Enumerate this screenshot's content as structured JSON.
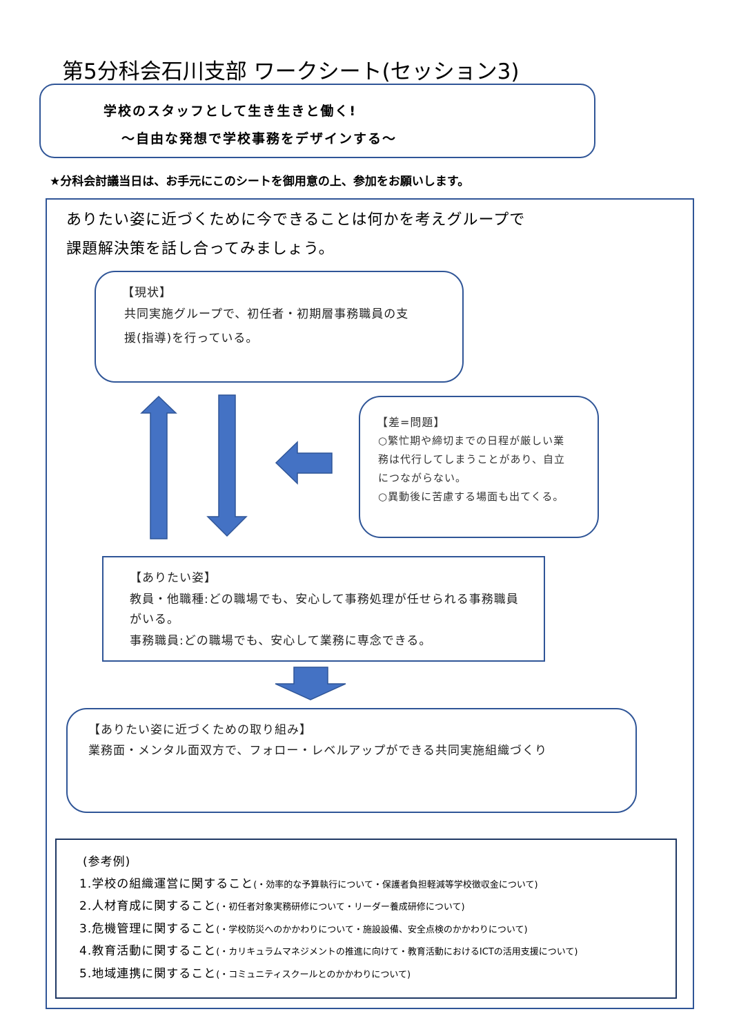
{
  "title": "第5分科会石川支部 ワークシート(セッション3)",
  "theme": {
    "line1": "学校のスタッフとして生き生きと働く!",
    "line2": "〜自由な発想で学校事務をデザインする〜"
  },
  "notice": "★分科会討議当日は、お手元にこのシートを御用意の上、参加をお願いします。",
  "intro": {
    "line1": "ありたい姿に近づくために今できることは何かを考えグループで",
    "line2": "課題解決策を話し合ってみましょう。"
  },
  "current": {
    "heading": "【現状】",
    "line1": "共同実施グループで、初任者・初期層事務職員の支",
    "line2": "援(指導)を行っている。"
  },
  "gap": {
    "heading": "【差=問題】",
    "line1": "○繁忙期や締切までの日程が厳しい業",
    "line2": "務は代行してしまうことがあり、自立",
    "line3": "につながらない。",
    "line4": "○異動後に苦慮する場面も出てくる。"
  },
  "ideal": {
    "heading": "【ありたい姿】",
    "line1": "教員・他職種:どの職場でも、安心して事務処理が任せられる事務職員",
    "line2": "がいる。",
    "line3": "事務職員:どの職場でも、安心して業務に専念できる。"
  },
  "action": {
    "heading": "【ありたい姿に近づくための取り組み】",
    "line1": "業務面・メンタル面双方で、フォロー・レベルアップができる共同実施組織づくり"
  },
  "reference": {
    "heading": "(参考例)",
    "items": [
      {
        "main": "1.学校の組織運営に関すること",
        "detail": "(・効率的な予算執行について・保護者負担軽減等学校徴収金について)"
      },
      {
        "main": "2.人材育成に関すること",
        "detail": "(・初任者対象実務研修について・リーダー養成研修について)"
      },
      {
        "main": "3.危機管理に関すること",
        "detail": "(・学校防災へのかかわりについて・施設設備、安全点検のかかわりについて)"
      },
      {
        "main": "4.教育活動に関すること",
        "detail": "(・カリキュラムマネジメントの推進に向けて・教育活動におけるICTの活用支援について)"
      },
      {
        "main": "5.地域連携に関すること",
        "detail": "(・コミュニティスクールとのかかわりについて)"
      }
    ]
  },
  "colors": {
    "frame": "#2f5597",
    "arrow_fill": "#4472c4",
    "arrow_stroke": "#2f5597"
  }
}
